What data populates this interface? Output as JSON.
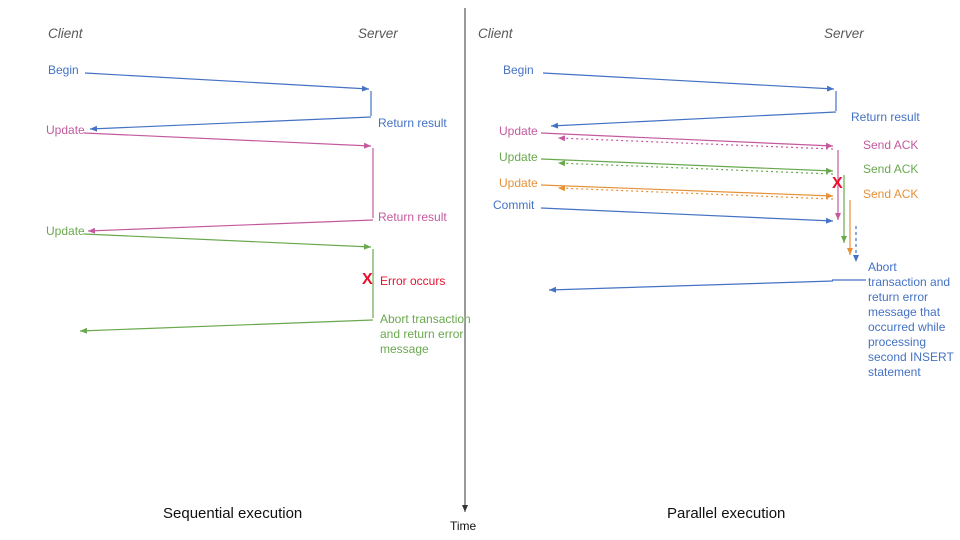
{
  "left": {
    "caption": "Sequential execution",
    "client_header": "Client",
    "server_header": "Server",
    "begin": "Begin",
    "return_result_1": "Return result",
    "update_1": "Update",
    "return_result_2": "Return result",
    "update_2": "Update",
    "error_mark": "X",
    "error_label": "Error occurs",
    "abort_label": "Abort transaction and return error message"
  },
  "right": {
    "caption": "Parallel execution",
    "client_header": "Client",
    "server_header": "Server",
    "begin": "Begin",
    "return_result": "Return result",
    "update_1": "Update",
    "ack_1": "Send ACK",
    "update_2": "Update",
    "ack_2": "Send ACK",
    "update_3": "Update",
    "ack_3": "Send ACK",
    "commit": "Commit",
    "error_mark": "X",
    "abort_label": "Abort transaction and return error message that occurred while processing second INSERT statement"
  },
  "time_axis": {
    "label": "Time"
  },
  "colors": {
    "blue": "#4472c4",
    "magenta": "#c45a9d",
    "green": "#6aa84f",
    "orange": "#e69138",
    "red": "#e8112d",
    "header_gray": "#595959",
    "caption_black": "#111111"
  }
}
